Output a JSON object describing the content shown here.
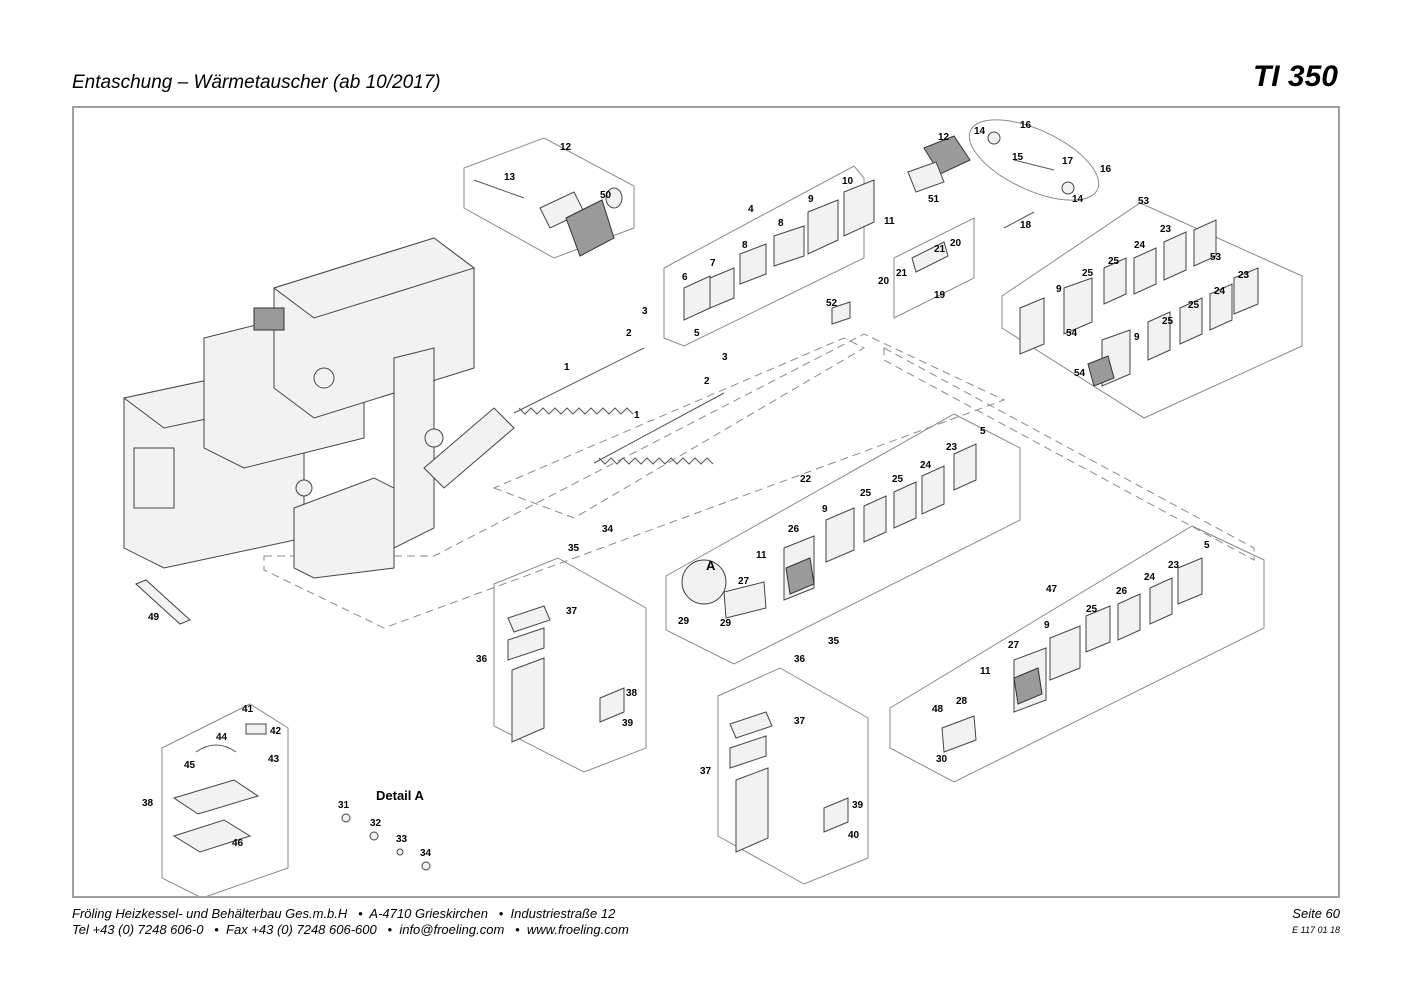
{
  "header": {
    "title": "Entaschung – Wärmetauscher (ab 10/2017)",
    "model": "TI 350"
  },
  "diagram": {
    "detail_label": "Detail A",
    "detail_marker": "A",
    "part_labels": [
      "1",
      "1",
      "2",
      "2",
      "3",
      "3",
      "4",
      "5",
      "5",
      "5",
      "6",
      "7",
      "8",
      "8",
      "9",
      "9",
      "9",
      "9",
      "9",
      "10",
      "11",
      "11",
      "11",
      "12",
      "12",
      "13",
      "14",
      "14",
      "15",
      "16",
      "16",
      "17",
      "18",
      "19",
      "20",
      "20",
      "21",
      "21",
      "22",
      "23",
      "23",
      "23",
      "23",
      "24",
      "24",
      "24",
      "24",
      "25",
      "25",
      "25",
      "25",
      "25",
      "25",
      "25",
      "26",
      "26",
      "27",
      "27",
      "28",
      "29",
      "29",
      "30",
      "31",
      "32",
      "33",
      "34",
      "34",
      "35",
      "35",
      "36",
      "36",
      "37",
      "37",
      "37",
      "38",
      "38",
      "39",
      "39",
      "40",
      "41",
      "42",
      "43",
      "44",
      "45",
      "46",
      "47",
      "48",
      "49",
      "50",
      "51",
      "52",
      "53",
      "53",
      "54",
      "54"
    ]
  },
  "footer": {
    "line1": "Fröling Heizkessel- und Behälterbau Ges.m.b.H   •  A-4710 Grieskirchen   •  Industriestraße 12",
    "line2": "Tel +43 (0) 7248 606-0   •  Fax +43 (0) 7248 606-600   •  info@froeling.com   •  www.froeling.com",
    "page": "Seite 60",
    "doc_no": "E 117 01 18"
  }
}
